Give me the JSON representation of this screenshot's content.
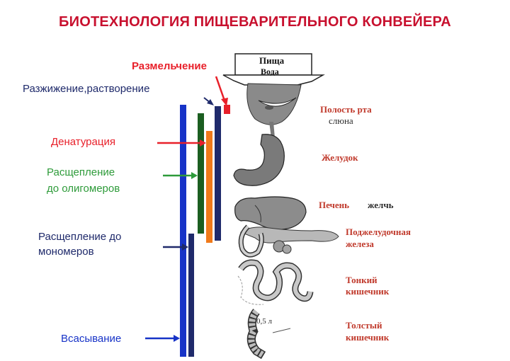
{
  "title": "БИОТЕХНОЛОГИЯ ПИЩЕВАРИТЕЛЬНОГО КОНВЕЙЕРА",
  "processes": {
    "grinding": "Размельчение",
    "liquefaction": "Разжижение,растворение",
    "denaturation": "Денатурация",
    "oligomer_line1": "Расщепление",
    "oligomer_line2": "до олигомеров",
    "monomer_line1": "Расщепление до",
    "monomer_line2": "мономеров",
    "absorption": "Всасывание"
  },
  "intake": {
    "food": "Пища",
    "water": "Вода"
  },
  "organs": {
    "mouth": "Полость рта",
    "saliva": "слюна",
    "stomach": "Желудок",
    "liver": "Печень",
    "bile": "желчь",
    "pancreas_line1": "Поджелудочная",
    "pancreas_line2": "железа",
    "small_intestine_line1": "Тонкий",
    "small_intestine_line2": "кишечник",
    "large_intestine_line1": "Толстый",
    "large_intestine_line2": "кишечник",
    "volume_mark": "0,5 л"
  },
  "colors": {
    "title": "#c8102e",
    "red": "#e8202a",
    "navy": "#1f2a6b",
    "green": "#2e9b3a",
    "blue": "#1733c7",
    "orange": "#f07a1a",
    "dark_green": "#1b5e20"
  }
}
